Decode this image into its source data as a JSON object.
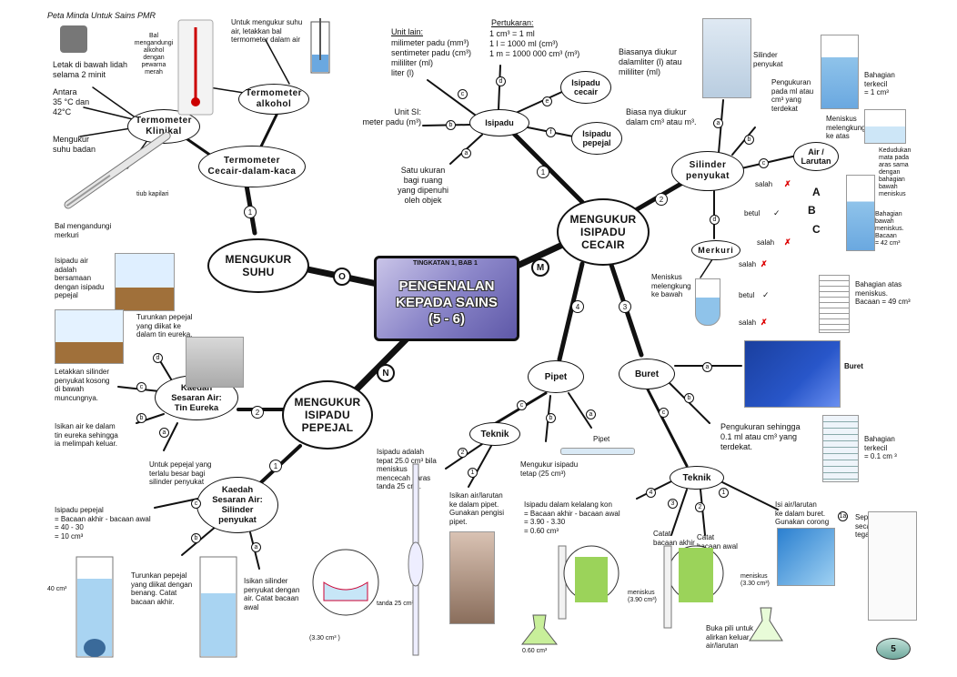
{
  "header": {
    "title": "Peta Minda Untuk Sains PMR"
  },
  "center": {
    "tag": "TINGKATAN 1, BAB 1",
    "title": "PENGENALAN\nKEPADA SAINS\n(5 - 6)"
  },
  "main_nodes": {
    "suhu": "MENGUKUR\nSUHU",
    "cecair": "MENGUKUR\nISIPADU\nCECAIR",
    "pepejal": "MENGUKUR\nISIPADU\nPEPEJAL"
  },
  "letters": {
    "o": "O",
    "m": "M",
    "n": "N"
  },
  "suhu": {
    "termometer_kaca": "Termometer\nCecair-dalam-kaca",
    "termometer_klinikal": "Termometer\nKlinikal",
    "termometer_alkohol": "Termometer\nalkohol",
    "klinikal_notes": {
      "letak": "Letak di bawah lidah\nselama 2 minit",
      "antara": "Antara\n35 °C dan\n42°C",
      "mengukur": "Mengukur\nsuhu badan",
      "tiub": "tiub kapilari",
      "bal": "Bal mengandungi\nmerkuri"
    },
    "alkohol_notes": {
      "bal": "Bal\nmengandungi\nalkohol\ndengan\npewarna\nmerah",
      "untuk": "Untuk mengukur suhu\nair, letakkan bal\ntermometer  dalam air"
    }
  },
  "isipadu": {
    "node": "Isipadu",
    "cecair": "Isipadu\ncecair",
    "pepejal": "Isipadu\npepejal",
    "unit_lain_title": "Unit lain:",
    "unit_lain": "milimeter padu (mm³)\nsentimeter padu (cm³)\nmililiter (ml)\nliter (l)",
    "pertukaran_title": "Pertukaran:",
    "pertukaran": "1 cm³ = 1 ml\n1 l = 1000 ml (cm³)\n1 m = 1000 000 cm³ (m³)",
    "unit_si": "Unit SI:\nmeter padu (m³)",
    "satu": "Satu ukuran\nbagi ruang\nyang dipenuhi\noleh objek",
    "cecair_note": "Biasanya diukur\ndalamliter (l) atau\nmililiter (ml)",
    "pepejal_note": "Biasa nya diukur\ndalam cm³ atau m³."
  },
  "silinder": {
    "node": "Silinder\npenyukat",
    "air_larutan": "Air /\nLarutan",
    "merkuri": "Merkuri",
    "caption": "Silinder\npenyukat",
    "pengukuran": "Pengukuran\npada ml atau\ncm³ yang\nterdekat",
    "bahagian_terkecil": "Bahagian\nterkecil\n= 1 cm³",
    "meniskus_atas": "Meniskus\nmelengkung\nke atas",
    "kedudukan": "Kedudukan\nmata pada\naras sama\ndengan\nbahagian\nbawah\nmeniskus",
    "bahagian_bawah": "Bahagian\nbawah\nmeniskus.\nBacaan\n= 42 cm³",
    "meniskus_bawah": "Meniskus\nmelengkung\nke bawah",
    "bahagian_atas": "Bahagian atas\nmeniskus.\nBacaan = 49 cm³",
    "salah": "salah",
    "betul": "betul",
    "abc": [
      "A",
      "B",
      "C"
    ]
  },
  "buret": {
    "node": "Buret",
    "caption": "Buret",
    "pengukuran": "Pengukuran sehingga\n0.1 ml atau cm³ yang\nterdekat.",
    "terkecil": "Bahagian\nterkecil\n= 0.1 cm ³",
    "teknik": "Teknik",
    "isi": "Isi air/larutan\nke dalam buret.\nGunakan corong",
    "sepit": "Sepit\nsecara\ntegak",
    "catat_awal": "Catat\nbacaan awal",
    "catat_akhir": "Catat\nbacaan akhir",
    "kelalang": "Isipadu dalam kelalang kon\n= Bacaan akhir - bacaan awal\n= 3.90 - 3.30\n= 0.60 cm³",
    "buka": "Buka pili untuk\nalirkan keluar\nair/larutan",
    "meniskus1": "meniskus\n(3.90 cm³)",
    "meniskus2": "meniskus\n(3.30 cm³)",
    "flask": "0.60 cm³"
  },
  "pipet": {
    "node": "Pipet",
    "teknik": "Teknik",
    "caption": "Pipet",
    "mengukur": "Mengukur isipadu\ntetap  (25 cm³)",
    "isipadu_adalah": "Isipadu adalah\ntepat 25.0 cm³ bila\nmeniskus\nmencecah paras\ntanda 25 cm³.",
    "isikan": "Isikan air/larutan\nke dalam pipet.\nGunakan pengisi\npipet.",
    "tanda": "tanda 25 cm³",
    "reading": "(3.30 cm³ )"
  },
  "pepejal": {
    "eureka": "Kaedah\nSesaran Air:\nTin Eureka",
    "silinder": "Kaedah\nSesaran Air:\nSilinder\npenyukat",
    "eureka_notes": {
      "isipadu_air": "Isipadu air\nadalah\nbersamaan\ndengan isipadu\npepejal",
      "turunkan": "Turunkan pepejal\nyang diikat  ke\ndalam tin eureka.",
      "letakkan": "Letakkan  silinder\npenyukat kosong\ndi bawah\nmuncungnya.",
      "isikan": "Isikan  air ke dalam\ntin eureka sehingga\nia melimpah  keluar.",
      "untuk": "Untuk  pepejal  yang\nterlalu  besar bagi\nsilinder  penyukat"
    },
    "silinder_notes": {
      "formula": "Isipadu pepejal\n= Bacaan akhir - bacaan awal\n= 40 - 30\n= 10 cm³",
      "turunkan": "Turunkan  pepejal\nyang diikat  dengan\nbenang.  Catat\nbacaan akhir.",
      "isikan": "Isikan  silinder\npenyukat dengan\nair. Catat bacaan\nawal",
      "reading": "40 cm³"
    }
  },
  "page_number": "5"
}
